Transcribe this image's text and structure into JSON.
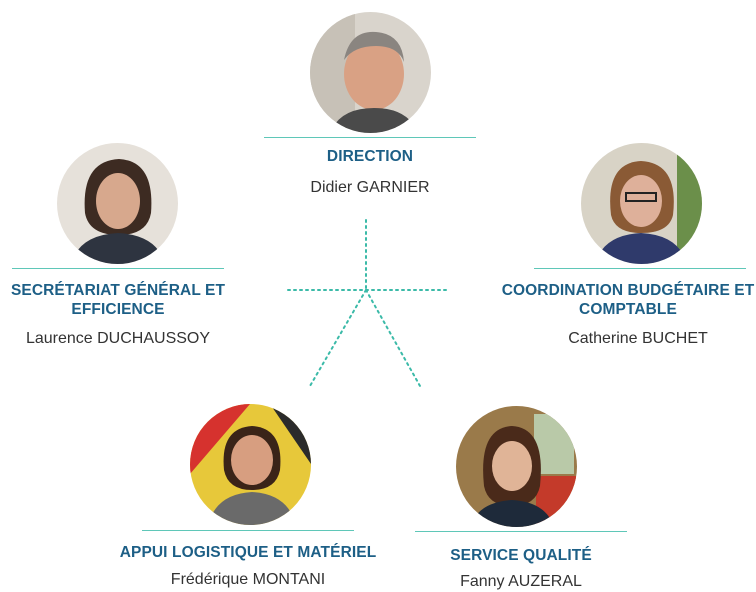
{
  "colors": {
    "title": "#1d5f86",
    "rule": "#5fc7b8",
    "connector": "#3bbaa8",
    "name": "#333333"
  },
  "org": {
    "direction": {
      "title": "DIRECTION",
      "name": "Didier GARNIER",
      "avatar": "photo-avatar-didier-garnier"
    },
    "secretariat": {
      "title_line1": "SECRÉTARIAT GÉNÉRAL ET",
      "title_line2": "EFFICIENCE",
      "name": "Laurence DUCHAUSSOY",
      "avatar": "photo-avatar-laurence-duchaussoy"
    },
    "coordination": {
      "title_line1": "COORDINATION BUDGÉTAIRE ET",
      "title_line2": "COMPTABLE",
      "name": "Catherine BUCHET",
      "avatar": "photo-avatar-catherine-buchet"
    },
    "appui": {
      "title": "APPUI LOGISTIQUE ET MATÉRIEL",
      "name": "Frédérique MONTANI",
      "avatar": "photo-avatar-frederique-montani"
    },
    "qualite": {
      "title": "SERVICE QUALITÉ",
      "name": "Fanny AUZERAL",
      "avatar": "photo-avatar-fanny-auzeral"
    }
  }
}
